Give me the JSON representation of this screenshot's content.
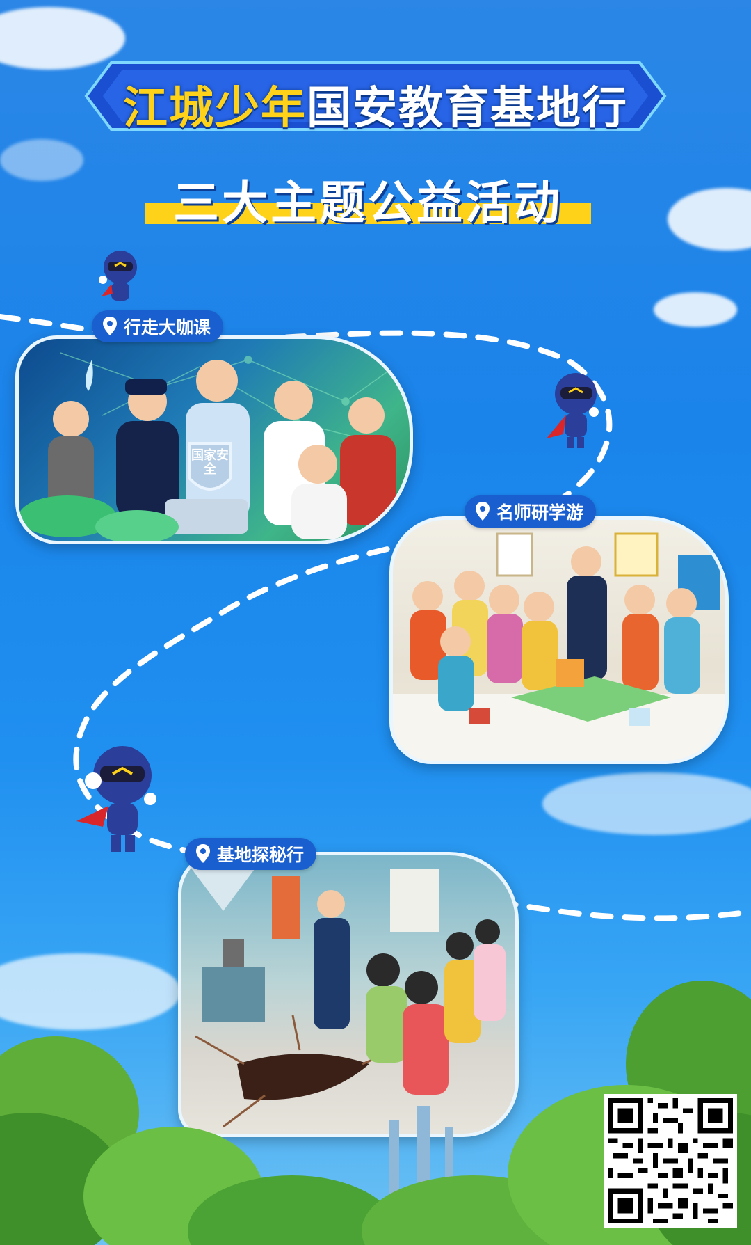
{
  "header": {
    "title_highlight": "江城少年",
    "title_rest": "国安教育基地行",
    "subtitle": "三大主题公益活动"
  },
  "stops": [
    {
      "label": "行走大咖课",
      "badge_text": "国家安全"
    },
    {
      "label": "名师研学游"
    },
    {
      "label": "基地探秘行"
    }
  ],
  "colors": {
    "sky": "#1f8ff0",
    "accent_yellow": "#ffd21a",
    "pill_blue": "#1a5fcf"
  },
  "icons": [
    "location-pin-icon",
    "mascot-icon",
    "qr-code-icon"
  ]
}
